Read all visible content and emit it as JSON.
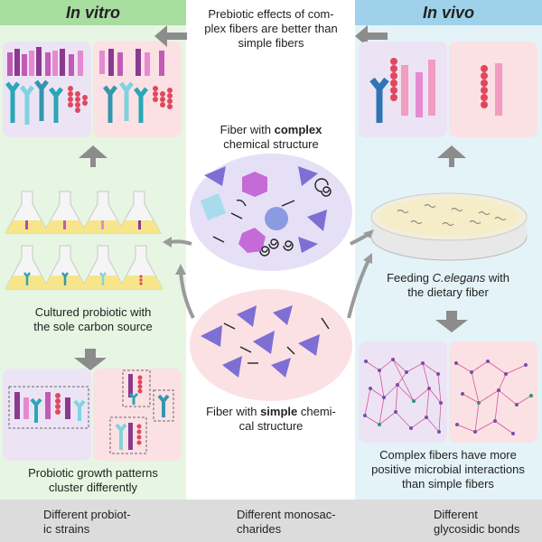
{
  "header": {
    "left": "In vitro",
    "right": "In vivo"
  },
  "top_caption": "Prebiotic effects of com-\nplex fibers are better than\nsimple fibers",
  "complex": {
    "pre": "Fiber with ",
    "bold": "complex",
    "post": "\nchemical structure"
  },
  "simple": {
    "pre": "Fiber with ",
    "bold": "simple",
    "post": " chemi-\ncal structure"
  },
  "left_caption_mid": "Cultured probiotic with\nthe sole carbon source",
  "left_caption_bottom": "Probiotic growth patterns\ncluster differently",
  "right_caption_mid_pre": "Feeding ",
  "right_caption_mid_italic": "C.elegans",
  "right_caption_mid_post": " with\nthe dietary fiber",
  "right_caption_bottom": "Complex fibers have more\npositive microbial interactions\nthan simple fibers",
  "legend": {
    "strains": "Different probiot-\nic strains",
    "monosaccharides": "Different monosac-\ncharides",
    "bonds": "Different\nglycosidic bonds"
  },
  "colors": {
    "purple_panel": "#ece4f5",
    "pink_panel": "#fbe1e4",
    "triangle": "#7d6fd4",
    "hexagon": "#c56ad6",
    "square": "#a8dcec",
    "circle": "#8a9be0"
  }
}
